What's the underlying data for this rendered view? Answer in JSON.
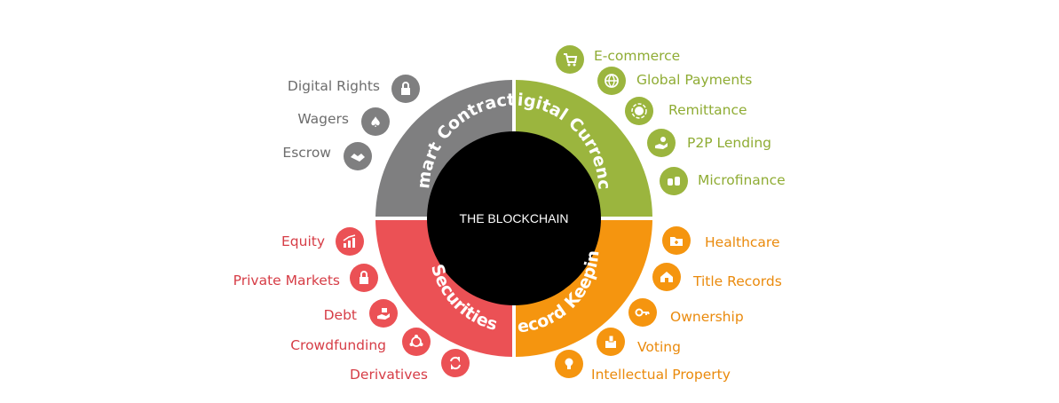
{
  "center": {
    "label": "THE BLOCKCHAIN"
  },
  "colors": {
    "smart": "#7f7f80",
    "currency": "#9bb53e",
    "record": "#f5950f",
    "securities": "#eb5155",
    "center": "#000000",
    "text_smart": "#6d6d6d",
    "text_currency": "#8fac34",
    "text_record": "#ea8a0c",
    "text_securities": "#d63d46"
  },
  "segments": {
    "smart": "Smart Contracts",
    "currency": "Digital Currency",
    "record": "Record Keeping",
    "securities": "Securities"
  },
  "smart_items": [
    {
      "label": "Digital Rights",
      "icon": "lock-icon"
    },
    {
      "label": "Wagers",
      "icon": "card-suits-icon"
    },
    {
      "label": "Escrow",
      "icon": "handshake-icon"
    }
  ],
  "currency_items": [
    {
      "label": "E-commerce",
      "icon": "cart-icon"
    },
    {
      "label": "Global Payments",
      "icon": "globe-icon"
    },
    {
      "label": "Remittance",
      "icon": "globe-arrows-icon"
    },
    {
      "label": "P2P Lending",
      "icon": "hand-coin-icon"
    },
    {
      "label": "Microfinance",
      "icon": "coins-icon"
    }
  ],
  "record_items": [
    {
      "label": "Healthcare",
      "icon": "medical-folder-icon"
    },
    {
      "label": "Title Records",
      "icon": "house-icon"
    },
    {
      "label": "Ownership",
      "icon": "key-icon"
    },
    {
      "label": "Voting",
      "icon": "ballot-box-icon"
    },
    {
      "label": "Intellectual Property",
      "icon": "lightbulb-icon"
    }
  ],
  "securities_items": [
    {
      "label": "Equity",
      "icon": "growth-chart-icon"
    },
    {
      "label": "Private Markets",
      "icon": "padlock-icon"
    },
    {
      "label": "Debt",
      "icon": "hand-money-icon"
    },
    {
      "label": "Crowdfunding",
      "icon": "people-network-icon"
    },
    {
      "label": "Derivatives",
      "icon": "exchange-arrows-icon"
    }
  ]
}
